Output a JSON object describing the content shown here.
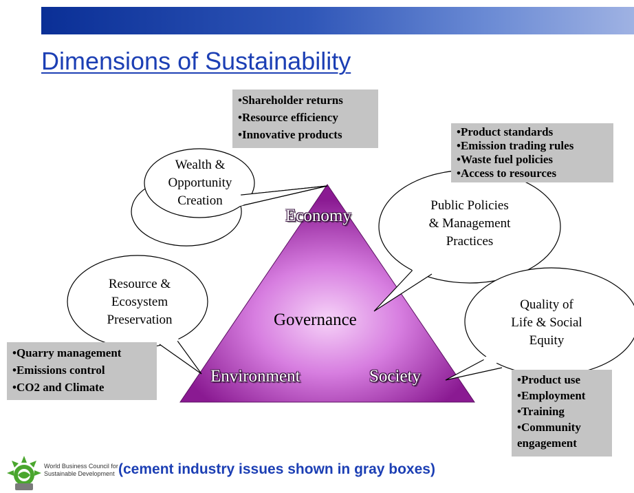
{
  "title": "Dimensions of Sustainability",
  "triangle_labels": {
    "top": "Economy",
    "center": "Governance",
    "bottom_left": "Environment",
    "bottom_right": "Society"
  },
  "bubbles": {
    "wealth": [
      "Wealth &",
      "Opportunity",
      "Creation"
    ],
    "policies": [
      "Public Policies",
      "& Management",
      "Practices"
    ],
    "resource": [
      "Resource &",
      "Ecosystem",
      "Preservation"
    ],
    "quality": [
      "Quality of",
      "Life & Social",
      "Equity"
    ]
  },
  "boxes": {
    "economy": [
      "•Shareholder returns",
      "•Resource efficiency",
      "•Innovative products"
    ],
    "governance": [
      "•Product standards",
      "•Emission trading rules",
      "•Waste fuel policies",
      "•Access to resources"
    ],
    "environment": [
      "•Quarry management",
      "•Emissions control",
      "•CO2 and Climate"
    ],
    "society": [
      "•Product use",
      "•Employment",
      "•Training",
      "•Community",
      "engagement"
    ]
  },
  "logo_text": [
    "World Business Council for",
    "Sustainable Development"
  ],
  "footer_note": "(cement industry issues shown in gray boxes)",
  "colors": {
    "title": "#1c3fb4",
    "triangle_light": "#f3c6f6",
    "triangle_dark": "#8a1a92",
    "box_fill": "#c4c4c4",
    "logo_green": "#4aa62e"
  }
}
